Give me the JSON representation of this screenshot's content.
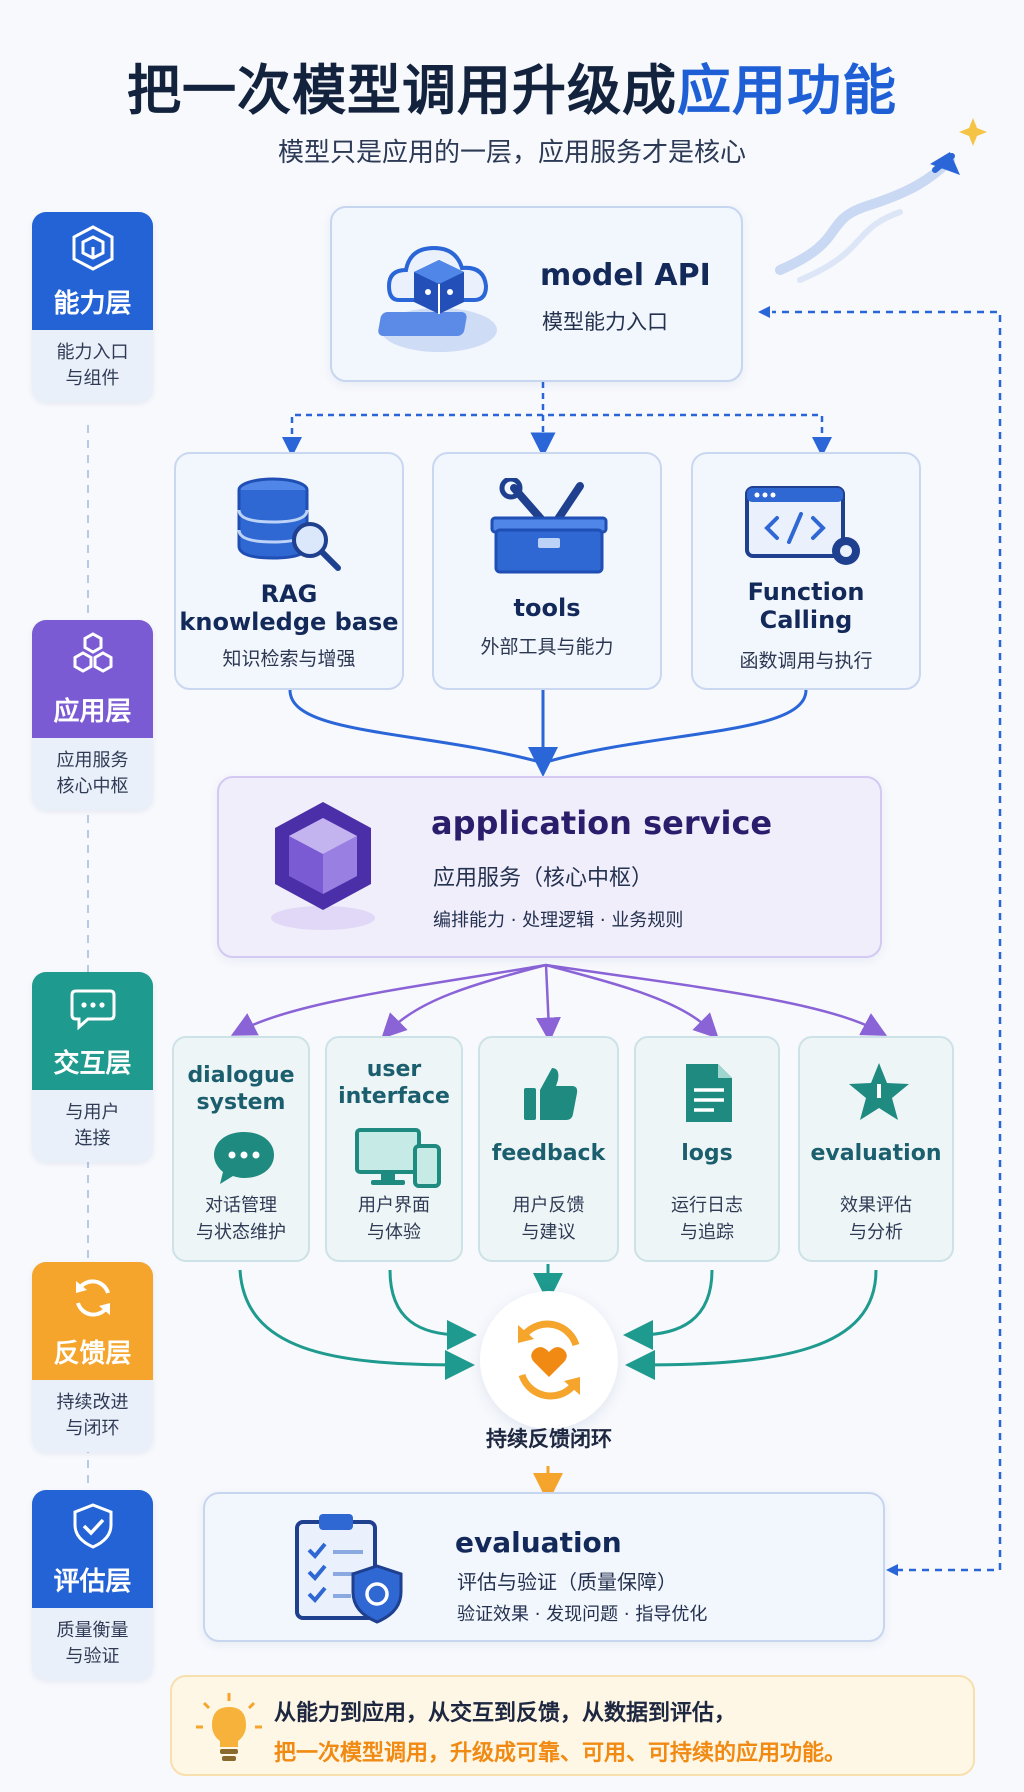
{
  "header": {
    "title_main": "把一次模型调用升级成",
    "title_highlight": "应用功能",
    "subtitle": "模型只是应用的一层，应用服务才是核心"
  },
  "layers": [
    {
      "name": "能力层",
      "desc": "能力入口\n与组件",
      "color": "#2463d6",
      "icon": "cube-icon"
    },
    {
      "name": "应用层",
      "desc": "应用服务\n核心中枢",
      "color": "#7b5bd3",
      "icon": "hexagons-icon"
    },
    {
      "name": "交互层",
      "desc": "与用户\n连接",
      "color": "#1f9a8e",
      "icon": "chat-icon"
    },
    {
      "name": "反馈层",
      "desc": "持续改进\n与闭环",
      "color": "#f5a42c",
      "icon": "refresh-icon"
    },
    {
      "name": "评估层",
      "desc": "质量衡量\n与验证",
      "color": "#2463d6",
      "icon": "shield-icon"
    }
  ],
  "model_api": {
    "title": "model API",
    "subtitle": "模型能力入口"
  },
  "capabilities": [
    {
      "title": "RAG\nknowledge base",
      "subtitle": "知识检索与增强",
      "icon": "database-search-icon"
    },
    {
      "title": "tools",
      "subtitle": "外部工具与能力",
      "icon": "toolbox-icon"
    },
    {
      "title": "Function\nCalling",
      "subtitle": "函数调用与执行",
      "icon": "code-window-icon"
    }
  ],
  "app_service": {
    "title": "application service",
    "subtitle": "应用服务（核心中枢）",
    "detail": "编排能力 · 处理逻辑 · 业务规则"
  },
  "interactions": [
    {
      "title": "dialogue\nsystem",
      "subtitle": "对话管理\n与状态维护",
      "icon": "chat-bubble-icon"
    },
    {
      "title": "user\ninterface",
      "subtitle": "用户界面\n与体验",
      "icon": "monitor-phone-icon"
    },
    {
      "title": "feedback",
      "subtitle": "用户反馈\n与建议",
      "icon": "thumbs-up-icon"
    },
    {
      "title": "logs",
      "subtitle": "运行日志\n与追踪",
      "icon": "document-icon"
    },
    {
      "title": "evaluation",
      "subtitle": "效果评估\n与分析",
      "icon": "star-icon"
    }
  ],
  "feedback_loop": {
    "label": "持续反馈闭环",
    "icon": "heart-cycle-icon"
  },
  "evaluation": {
    "title": "evaluation",
    "subtitle": "评估与验证（质量保障）",
    "detail": "验证效果 · 发现问题 · 指导优化",
    "icon": "clipboard-shield-icon"
  },
  "footer": {
    "line1": "从能力到应用，从交互到反馈，从数据到评估，",
    "line2": "把一次模型调用，升级成可靠、可用、可持续的应用功能。",
    "icon": "lightbulb-icon"
  },
  "colors": {
    "blue": "#2463d6",
    "purple": "#7b5bd3",
    "teal": "#1f9a8e",
    "orange": "#f5a42c"
  }
}
